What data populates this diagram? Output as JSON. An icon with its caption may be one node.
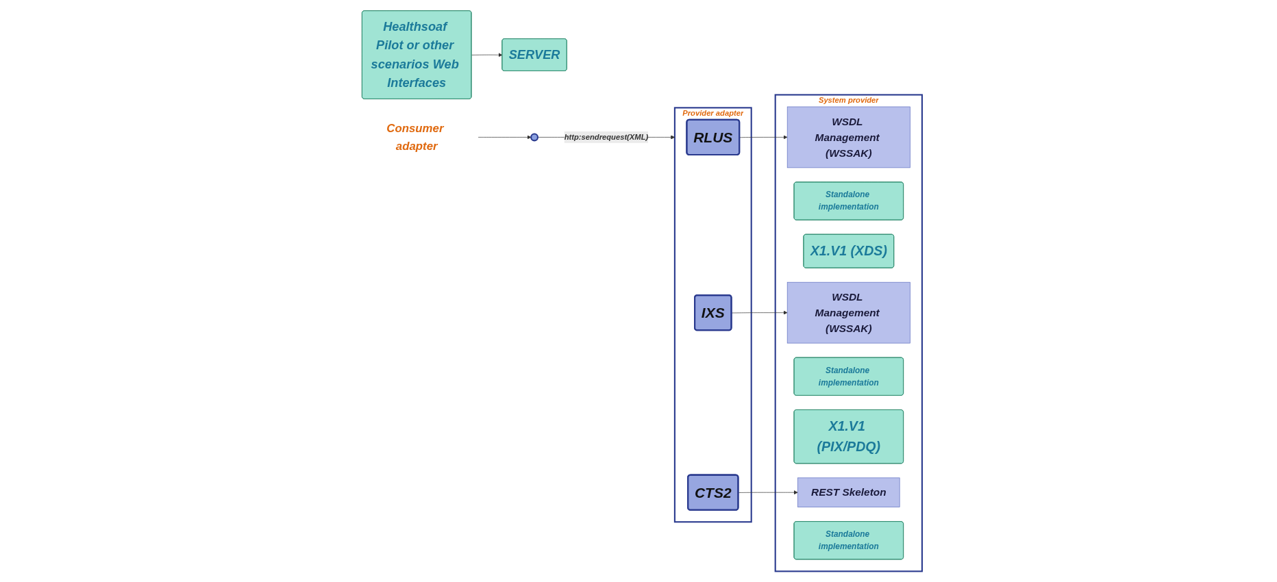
{
  "diagram": {
    "nodes": [
      {
        "text": [
          "Healthsoaf Pilot or other scenarios Web Interfaces"
        ]
      },
      {
        "text": [
          "SERVER"
        ]
      },
      {
        "text": [],
        "shape": "circle"
      },
      {
        "text": [
          "Consumer adapter"
        ]
      },
      {
        "text": [
          "Provider adapter"
        ]
      },
      {
        "text": [
          "RLUS"
        ],
        "in": 4
      },
      {
        "text": [
          "IXS"
        ],
        "in": 4
      },
      {
        "text": [
          "CTS2"
        ],
        "in": 4
      },
      {
        "text": [
          "System provider"
        ]
      },
      {
        "text": [
          "WSDL Management (WSSAK)"
        ],
        "in": 8
      },
      {
        "text": [
          "Standalone implementation"
        ],
        "in": 8
      },
      {
        "text": [
          "X1.V1 (XDS)"
        ],
        "in": 8
      },
      {
        "text": [
          "WSDL Management (WSSAK)"
        ],
        "in": 8
      },
      {
        "text": [
          "Standalone implementation"
        ],
        "in": 8
      },
      {
        "text": [
          "X1.V1 (PIX/PDQ)"
        ],
        "in": 8
      },
      {
        "text": [
          "REST Skeleton"
        ],
        "in": 8
      },
      {
        "text": [
          "Standalone implementation"
        ],
        "in": 8
      }
    ],
    "edges": [
      {
        "from": 0,
        "to": 1,
        "arrow": "to"
      },
      {
        "from": 2,
        "to": 4,
        "arrow": "to",
        "label": "http:sendrequest(XML)"
      },
      {
        "from": 3,
        "to": 2,
        "arrow": "to"
      },
      {
        "from": 5,
        "to": 9,
        "arrow": "to"
      },
      {
        "from": 6,
        "to": 12,
        "arrow": "to"
      },
      {
        "from": 7,
        "to": 15,
        "arrow": "to"
      }
    ]
  }
}
